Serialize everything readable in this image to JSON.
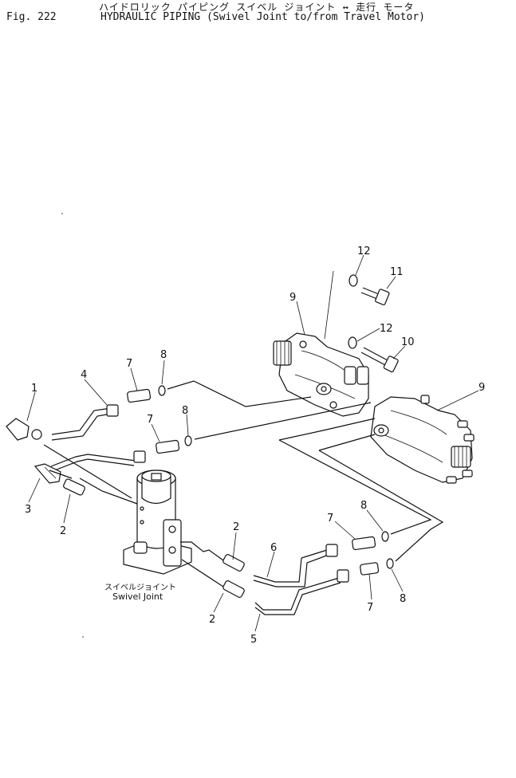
{
  "header": {
    "japanese_title": "ハイドロリック パイピング スイベル ジョイント ↔ 走行 モータ",
    "figure_number": "Fig. 222",
    "english_title": "HYDRAULIC PIPING (Swivel Joint to/from Travel Motor)"
  },
  "captions": {
    "swivel_joint_jp": "スイベルジョイント",
    "swivel_joint_en": "Swivel Joint"
  },
  "callouts": [
    {
      "id": "c1",
      "text": "1"
    },
    {
      "id": "c2a",
      "text": "2"
    },
    {
      "id": "c2b",
      "text": "2"
    },
    {
      "id": "c2c",
      "text": "2"
    },
    {
      "id": "c3",
      "text": "3"
    },
    {
      "id": "c4",
      "text": "4"
    },
    {
      "id": "c5",
      "text": "5"
    },
    {
      "id": "c6",
      "text": "6"
    },
    {
      "id": "c7a",
      "text": "7"
    },
    {
      "id": "c7b",
      "text": "7"
    },
    {
      "id": "c7c",
      "text": "7"
    },
    {
      "id": "c7d",
      "text": "7"
    },
    {
      "id": "c8a",
      "text": "8"
    },
    {
      "id": "c8b",
      "text": "8"
    },
    {
      "id": "c8c",
      "text": "8"
    },
    {
      "id": "c8d",
      "text": "8"
    },
    {
      "id": "c9a",
      "text": "9"
    },
    {
      "id": "c9b",
      "text": "9"
    },
    {
      "id": "c10",
      "text": "10"
    },
    {
      "id": "c11",
      "text": "11"
    },
    {
      "id": "c12a",
      "text": "12"
    },
    {
      "id": "c12b",
      "text": "12"
    }
  ]
}
